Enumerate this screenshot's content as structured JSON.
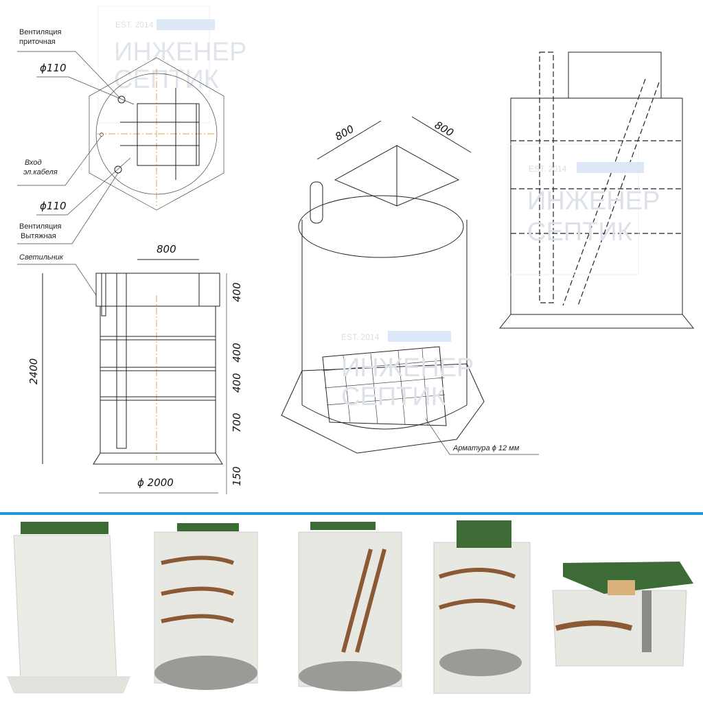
{
  "watermark": {
    "est": "EST. 2014",
    "line1": "ИНЖЕНЕР",
    "line2": "СЕПТИК"
  },
  "plan_view": {
    "vent_supply_label": [
      "Вентиляция",
      "приточная"
    ],
    "vent_supply_diameter": "ϕ110",
    "cable_entry_label": [
      "Вход",
      "эл.кабеля"
    ],
    "vent_exhaust_diameter": "ϕ110",
    "vent_exhaust_label": [
      "Вентиляция",
      "Вытяжная"
    ]
  },
  "section_view": {
    "lamp_label": "Светильник",
    "hatch_width": "800",
    "total_height": "2400",
    "neck_height": "400",
    "shelf_gap_1": "400",
    "shelf_gap_2": "400",
    "bottom_gap": "700",
    "base_height": "150",
    "diameter": "ϕ 2000"
  },
  "iso_view": {
    "dim_left": "800",
    "dim_right": "800",
    "rebar_label": "Арматура ϕ 12 мм"
  },
  "colors": {
    "divider": "#1a9ad6",
    "lid": "#3d6b35",
    "wood": "#8a5a34",
    "body": "#e8e8e2"
  }
}
